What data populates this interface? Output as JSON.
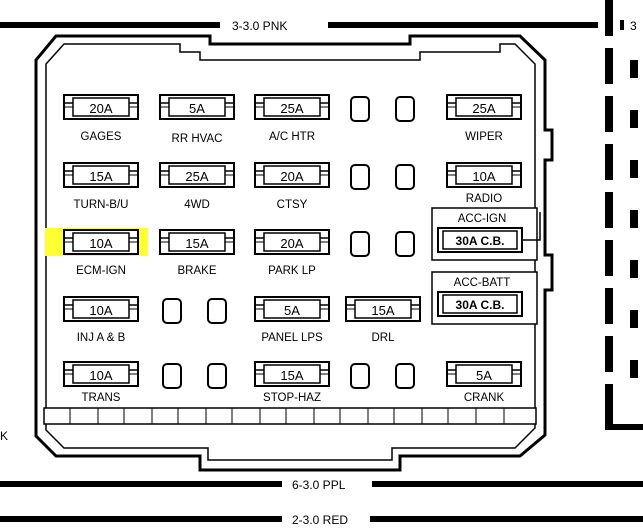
{
  "wires": {
    "top": "3-3.0 PNK",
    "top_right": "3",
    "bottom_1": "6-3.0 PPL",
    "bottom_2": "2-3.0 RED"
  },
  "side_mark": "K",
  "highlight_color": "#ffff33",
  "fuses": {
    "gages": {
      "rating": "20A",
      "label": "GAGES"
    },
    "rr_hvac": {
      "rating": "5A",
      "label": "RR HVAC"
    },
    "ac_htr": {
      "rating": "25A",
      "label": "A/C HTR"
    },
    "wiper": {
      "rating": "25A",
      "label": "WIPER"
    },
    "turn_bu": {
      "rating": "15A",
      "label": "TURN-B/U"
    },
    "fourwd": {
      "rating": "25A",
      "label": "4WD"
    },
    "ctsy": {
      "rating": "20A",
      "label": "CTSY"
    },
    "radio": {
      "rating": "10A",
      "label": "RADIO"
    },
    "ecm_ign": {
      "rating": "10A",
      "label": "ECM-IGN"
    },
    "brake": {
      "rating": "15A",
      "label": "BRAKE"
    },
    "park_lp": {
      "rating": "20A",
      "label": "PARK LP"
    },
    "inj_ab": {
      "rating": "10A",
      "label": "INJ A & B"
    },
    "panel_lps": {
      "rating": "5A",
      "label": "PANEL LPS"
    },
    "drl": {
      "rating": "15A",
      "label": "DRL"
    },
    "trans": {
      "rating": "10A",
      "label": "TRANS"
    },
    "stop_haz": {
      "rating": "15A",
      "label": "STOP-HAZ"
    },
    "crank": {
      "rating": "5A",
      "label": "CRANK"
    }
  },
  "breakers": {
    "acc_ign": {
      "header": "ACC-IGN",
      "rating": "30A C.B."
    },
    "acc_batt": {
      "header": "ACC-BATT",
      "rating": "30A C.B."
    }
  }
}
